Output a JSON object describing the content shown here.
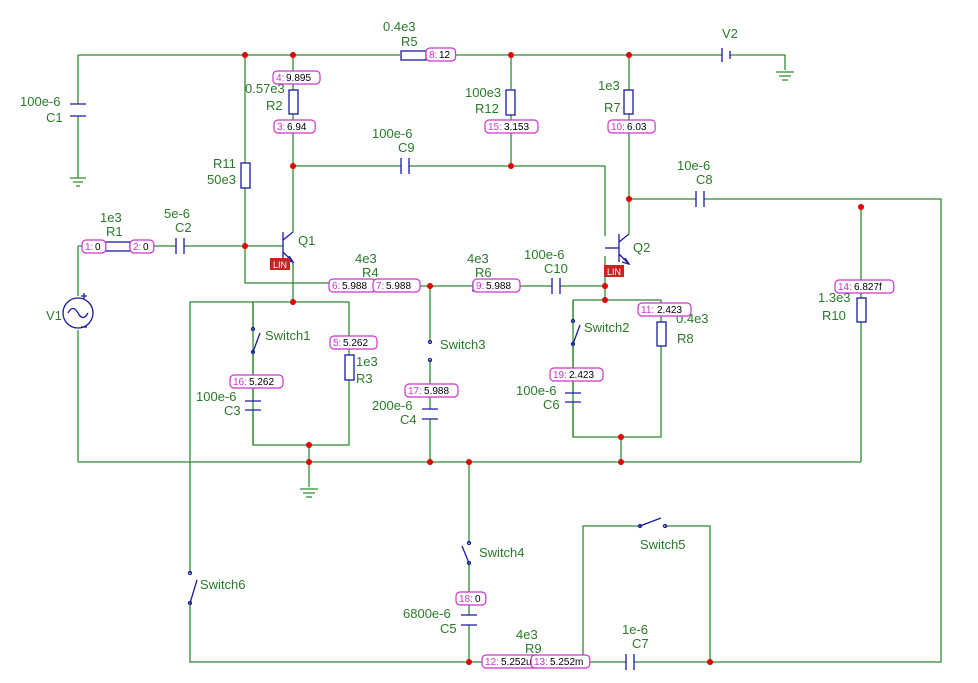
{
  "components": {
    "R1": {
      "name": "R1",
      "value": "1e3"
    },
    "R2": {
      "name": "R2",
      "value": "0.57e3"
    },
    "R3": {
      "name": "R3",
      "value": "1e3"
    },
    "R4": {
      "name": "R4",
      "value": "4e3"
    },
    "R5": {
      "name": "R5",
      "value": "0.4e3"
    },
    "R6": {
      "name": "R6",
      "value": "4e3"
    },
    "R7": {
      "name": "R7",
      "value": "1e3"
    },
    "R8": {
      "name": "R8",
      "value": "0.4e3"
    },
    "R9": {
      "name": "R9",
      "value": "4e3"
    },
    "R10": {
      "name": "R10",
      "value": "1.3e3"
    },
    "R11": {
      "name": "R11",
      "value": "50e3"
    },
    "R12": {
      "name": "R12",
      "value": "100e3"
    },
    "C1": {
      "name": "C1",
      "value": "100e-6"
    },
    "C2": {
      "name": "C2",
      "value": "5e-6"
    },
    "C3": {
      "name": "C3",
      "value": "100e-6"
    },
    "C4": {
      "name": "C4",
      "value": "200e-6"
    },
    "C5": {
      "name": "C5",
      "value": "6800e-6"
    },
    "C6": {
      "name": "C6",
      "value": "100e-6"
    },
    "C7": {
      "name": "C7",
      "value": "1e-6"
    },
    "C8": {
      "name": "C8",
      "value": "10e-6"
    },
    "C9": {
      "name": "C9",
      "value": "100e-6"
    },
    "C10": {
      "name": "C10",
      "value": "100e-6"
    },
    "Q1": {
      "name": "Q1",
      "model": "LIN"
    },
    "Q2": {
      "name": "Q2",
      "model": "LIN"
    },
    "V1": {
      "name": "V1"
    },
    "V2": {
      "name": "V2"
    },
    "Switch1": {
      "name": "Switch1"
    },
    "Switch2": {
      "name": "Switch2"
    },
    "Switch3": {
      "name": "Switch3"
    },
    "Switch4": {
      "name": "Switch4"
    },
    "Switch5": {
      "name": "Switch5"
    },
    "Switch6": {
      "name": "Switch6"
    }
  },
  "nodes": [
    {
      "id": "1",
      "value": "0"
    },
    {
      "id": "2",
      "value": "0"
    },
    {
      "id": "3",
      "value": "6.94"
    },
    {
      "id": "4",
      "value": "9.895"
    },
    {
      "id": "5",
      "value": "5.262"
    },
    {
      "id": "6",
      "value": "5.988"
    },
    {
      "id": "7",
      "value": "5.988"
    },
    {
      "id": "8",
      "value": "12"
    },
    {
      "id": "9",
      "value": "5.988"
    },
    {
      "id": "10",
      "value": "6.03"
    },
    {
      "id": "11",
      "value": "2.423"
    },
    {
      "id": "12",
      "value": "5.252u"
    },
    {
      "id": "13",
      "value": "5.252m"
    },
    {
      "id": "14",
      "value": "6.827f"
    },
    {
      "id": "15",
      "value": "3.153"
    },
    {
      "id": "16",
      "value": "5.262"
    },
    {
      "id": "17",
      "value": "5.988"
    },
    {
      "id": "18",
      "value": "0"
    },
    {
      "id": "19",
      "value": "2.423"
    }
  ]
}
